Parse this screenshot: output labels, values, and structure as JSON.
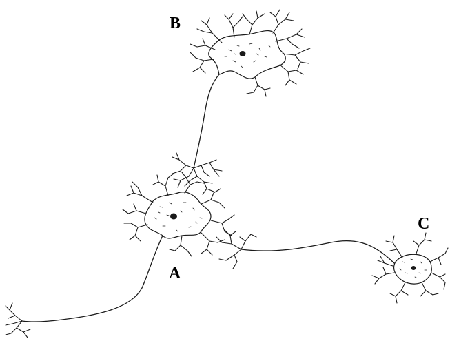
{
  "labels": {
    "a": "A",
    "b": "B",
    "c": "C"
  },
  "colors": {
    "ink": "#1a1a1a",
    "background": "#ffffff"
  }
}
